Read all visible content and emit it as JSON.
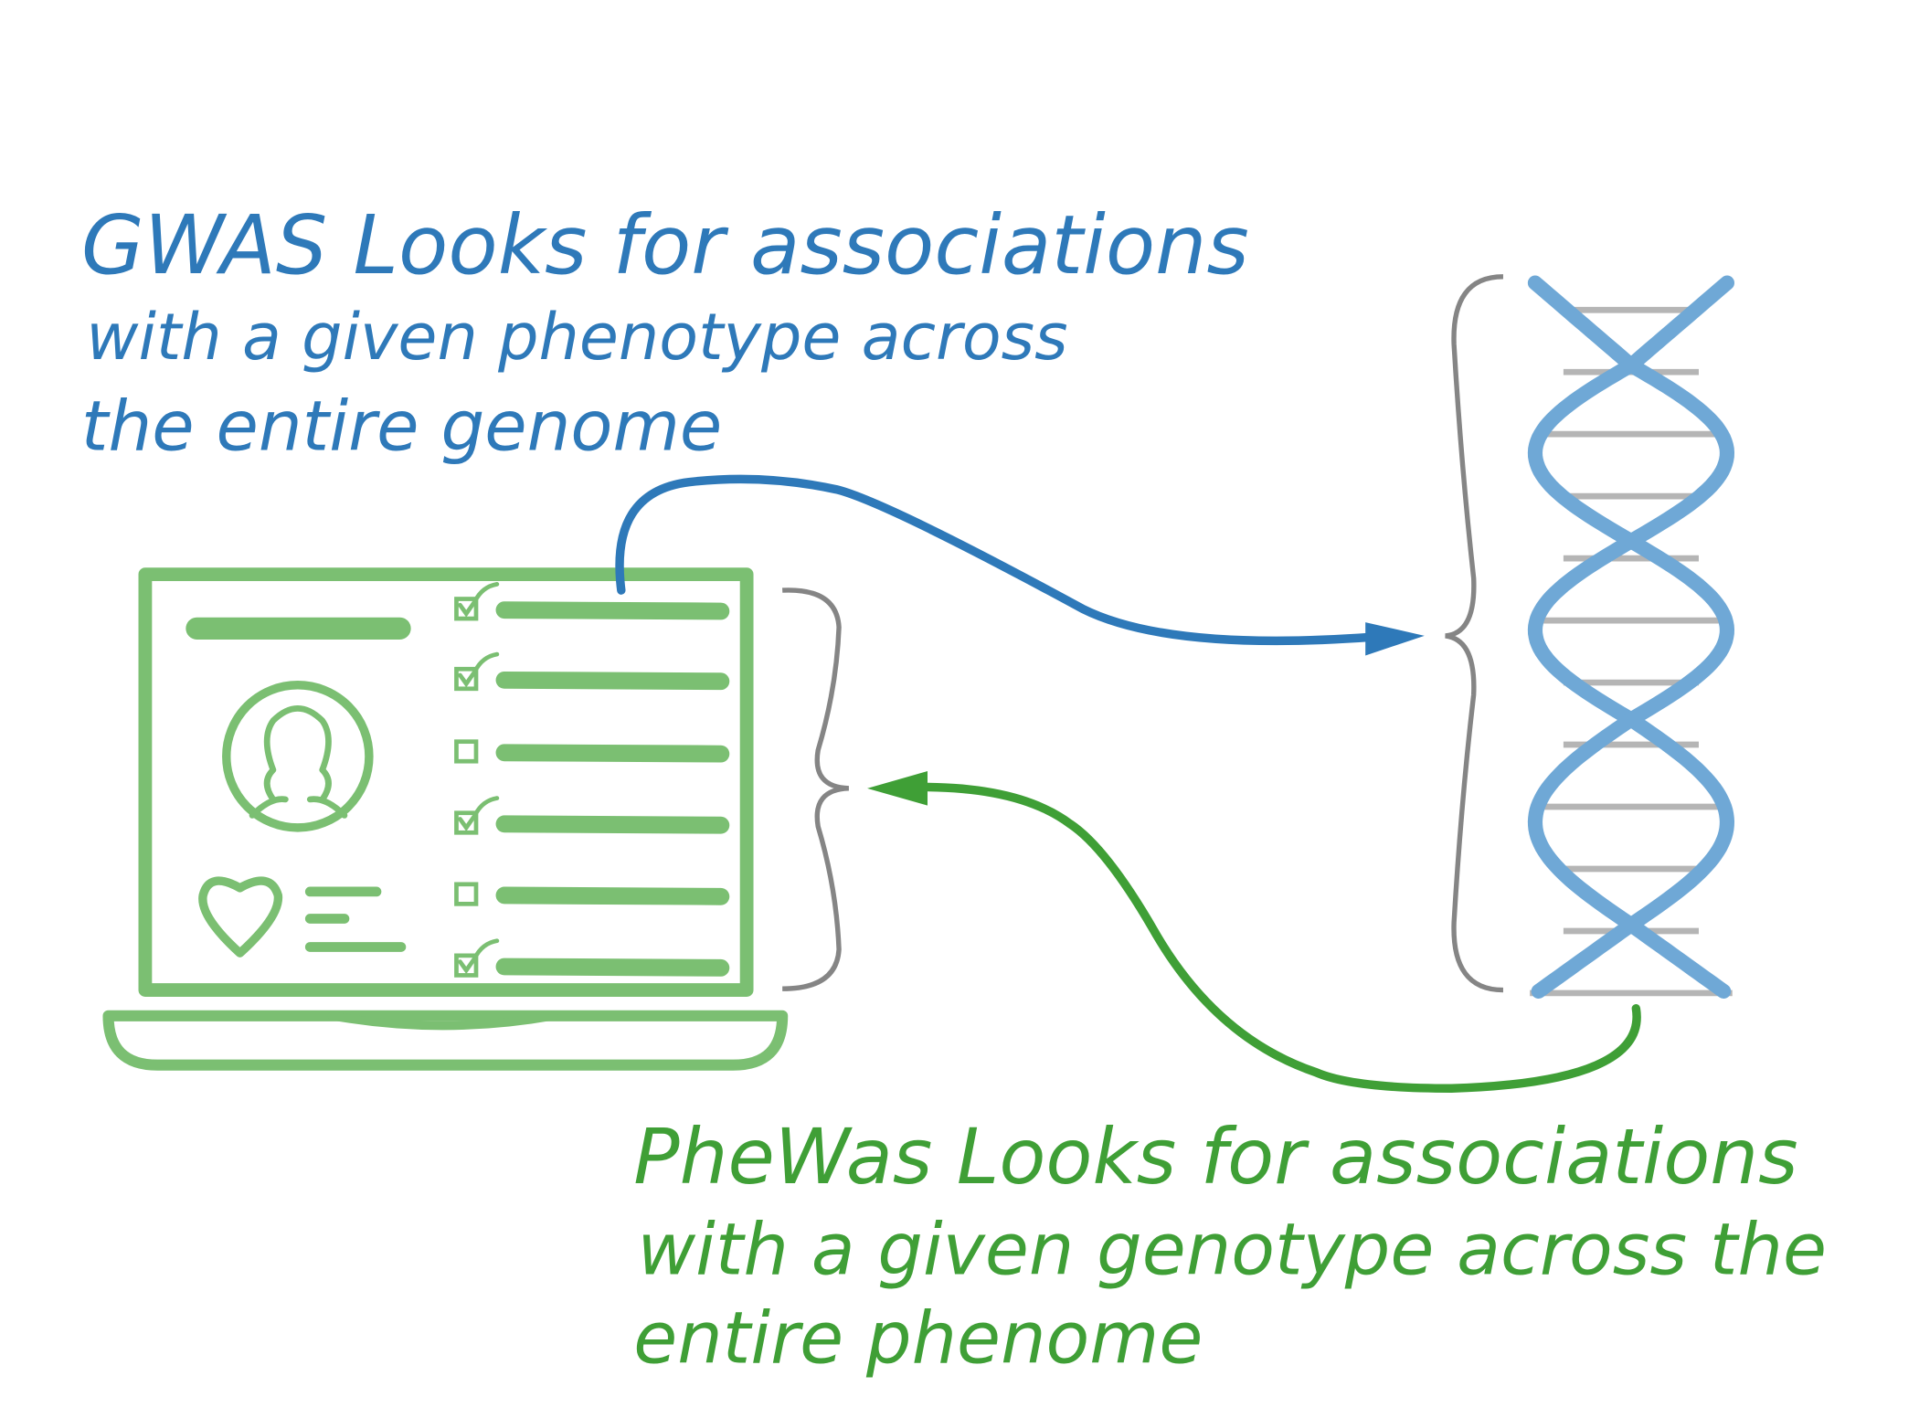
{
  "gwas": {
    "lines": [
      "GWAS Looks for associations",
      "with a given phenotype across",
      "the entire genome"
    ],
    "color": "#2e79b9"
  },
  "phewas": {
    "lines": [
      "PheWas Looks for associations",
      "with a given genotype across the",
      "entire phenome"
    ],
    "color": "#3f9f36"
  },
  "colors": {
    "laptop": "#7bbf72",
    "dna": "#6fa8d6",
    "rung": "#b5b5b5",
    "brace": "#858585"
  },
  "checklist": [
    true,
    true,
    false,
    true,
    false,
    true
  ],
  "icons": [
    "laptop-icon",
    "avatar-icon",
    "heart-icon",
    "dna-icon",
    "checkbox-icon",
    "brace-icon",
    "arrow-icon"
  ]
}
